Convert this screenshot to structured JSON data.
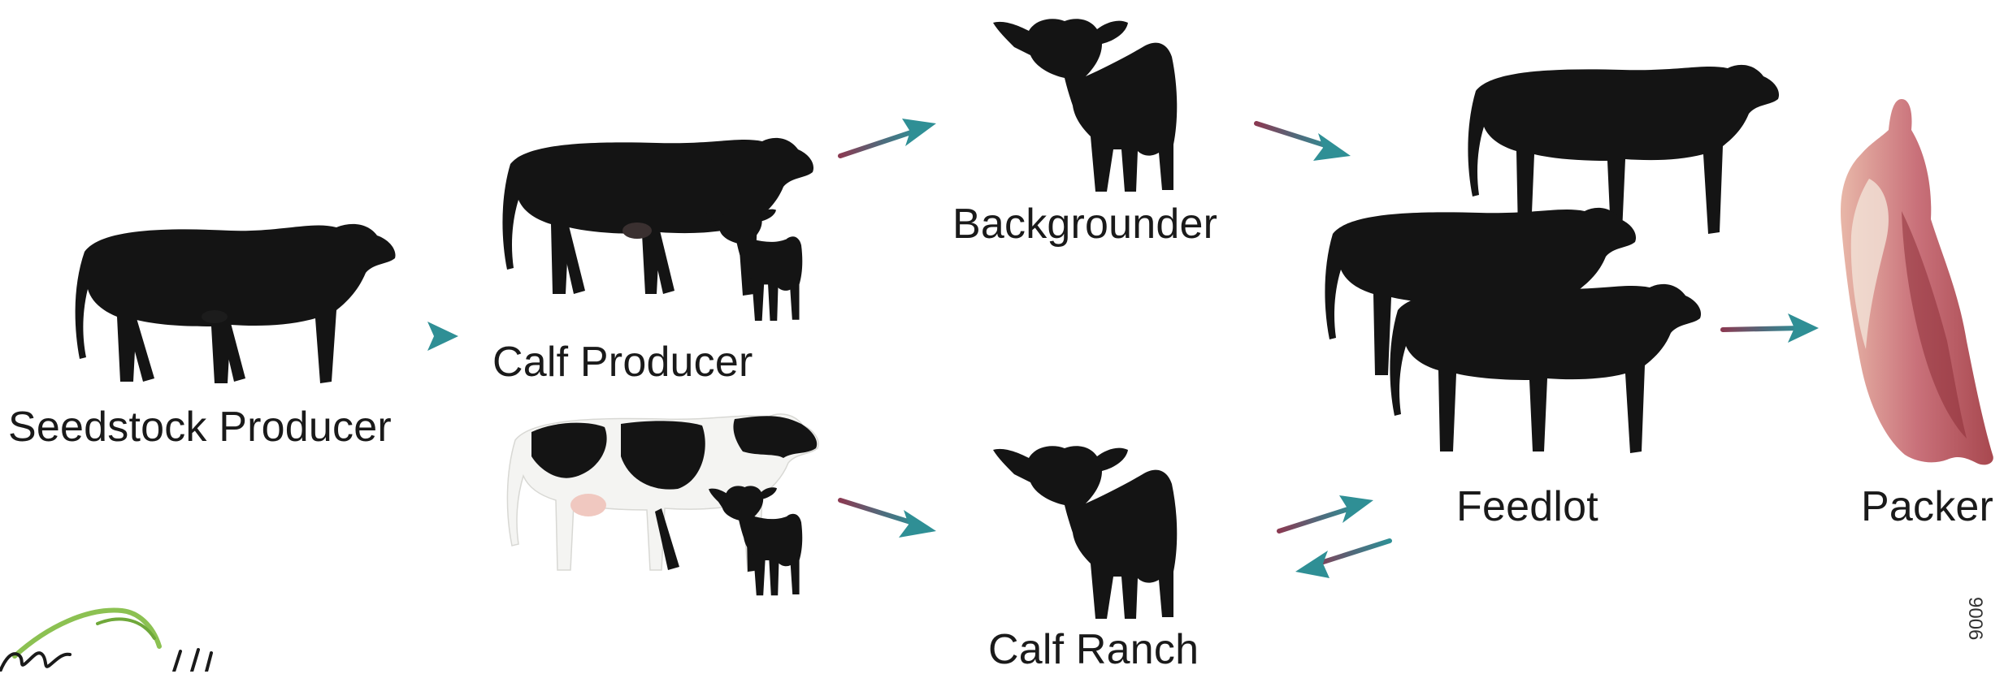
{
  "stages": {
    "seedstock": "Seedstock Producer",
    "calf_producer": "Calf Producer",
    "backgrounder": "Backgrounder",
    "calf_ranch": "Calf Ranch",
    "feedlot": "Feedlot",
    "packer": "Packer"
  },
  "side_code": "9006",
  "colors": {
    "arrow_head": "#2f8f95",
    "arrow_tail": "#8a3a52",
    "cattle_black": "#141414",
    "holstein_white": "#f4f4f2",
    "carcass": "#c9717a",
    "logo_green": "#8cc152"
  },
  "icons": {
    "seedstock": "bull-icon",
    "calf_producer": "cow-with-calf-icon",
    "dairy": "holstein-cow-with-calf-icon",
    "backgrounder": "calf-icon",
    "calf_ranch": "calf-icon",
    "feedlot": "steers-icon",
    "packer": "beef-carcass-icon"
  }
}
